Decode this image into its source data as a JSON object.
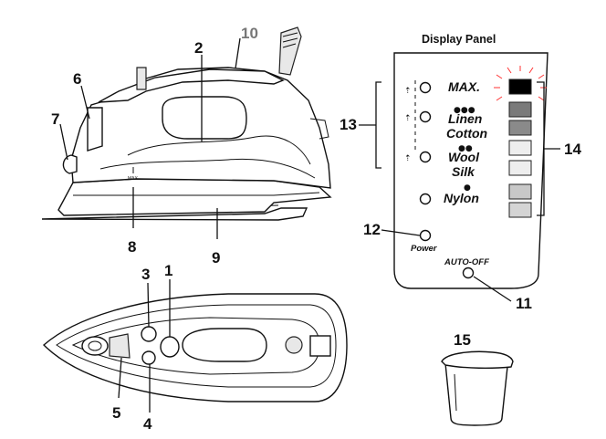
{
  "callouts": {
    "n1": "1",
    "n2": "2",
    "n3": "3",
    "n4": "4",
    "n5": "5",
    "n6": "6",
    "n7": "7",
    "n8": "8",
    "n9": "9",
    "n10": "10",
    "n11": "11",
    "n12": "12",
    "n13": "13",
    "n14": "14",
    "n15": "15"
  },
  "panel": {
    "title": "Display Panel",
    "max_dots": "",
    "max_label": "MAX.",
    "linen_dots": "●●●",
    "linen_label": "Linen",
    "cotton_label": "Cotton",
    "wool_dots": "●●",
    "wool_label": "Wool",
    "silk_label": "Silk",
    "nylon_dots": "●",
    "nylon_label": "Nylon",
    "power_label": "Power",
    "auto_off_label": "AUTO-OFF"
  },
  "iron": {
    "max_mark": "MAX"
  },
  "indicator_colors": [
    "#000000",
    "#7a7a7a",
    "#8a8a8a",
    "#eeeeee",
    "#eeeeee",
    "#c8c8c8",
    "#d4d4d4"
  ],
  "icons": [
    "iron-side-view",
    "iron-top-view",
    "display-panel",
    "measuring-cup"
  ]
}
